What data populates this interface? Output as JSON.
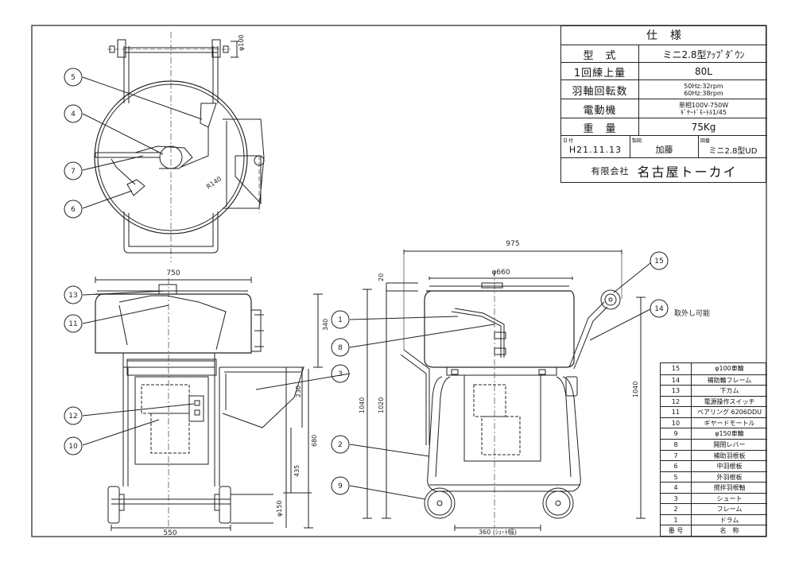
{
  "spec": {
    "title": "仕　様",
    "rows": [
      {
        "label": "型　式",
        "value": "ミニ2.8型ｱｯﾌﾟﾀﾞｳﾝ"
      },
      {
        "label": "1回練上量",
        "value": "80L"
      },
      {
        "label": "羽軸回転数",
        "value": "50Hz:32rpm",
        "value2": "60Hz:38rpm"
      },
      {
        "label": "電動機",
        "value": "単相100V-750W",
        "value2": "ｷﾞﾔｰﾄﾞﾓｰﾄﾙ1/45"
      },
      {
        "label": "重　量",
        "value": "75Kg"
      }
    ],
    "date_caption": "日付",
    "date": "H21.11.13",
    "maker_caption": "製図",
    "maker": "加藤",
    "drawing_caption": "図番",
    "drawing_no": "ミニ2.8型UD",
    "company_prefix": "有限会社",
    "company": "名古屋トーカイ"
  },
  "parts": {
    "header": {
      "no": "番 号",
      "name": "名　称"
    },
    "items": [
      {
        "no": "15",
        "name": "φ100車輪"
      },
      {
        "no": "14",
        "name": "補助輪フレーム"
      },
      {
        "no": "13",
        "name": "下カム"
      },
      {
        "no": "12",
        "name": "電源操作スイッチ"
      },
      {
        "no": "11",
        "name": "ベアリング 6206DDU"
      },
      {
        "no": "10",
        "name": "ギヤードモートル"
      },
      {
        "no": "9",
        "name": "φ150車輪"
      },
      {
        "no": "8",
        "name": "開閉レバー"
      },
      {
        "no": "7",
        "name": "補助羽根板"
      },
      {
        "no": "6",
        "name": "中羽根板"
      },
      {
        "no": "5",
        "name": "外羽根板"
      },
      {
        "no": "4",
        "name": "撹拌羽根軸"
      },
      {
        "no": "3",
        "name": "シュート"
      },
      {
        "no": "2",
        "name": "フレーム"
      },
      {
        "no": "1",
        "name": "ドラム"
      }
    ]
  },
  "dims": {
    "top_wheel": "φ100",
    "radius": "R140",
    "front_width": "750",
    "front_base": "550",
    "h340": "340",
    "h230": "230",
    "h680": "680",
    "h435": "435",
    "wheel150": "φ150",
    "side_total": "975",
    "drum_dia": "φ660",
    "d20": "20",
    "h1040_left": "1040",
    "h1020": "1020",
    "h1040_right": "1040",
    "chute_width": "360 (ｼｭｰﾄ幅)",
    "removable": "取外し可能"
  },
  "balloons": {
    "top": [
      "5",
      "4",
      "7",
      "6"
    ],
    "front": [
      "13",
      "11",
      "12",
      "10"
    ],
    "front_right": "3",
    "side_left": [
      "1",
      "8",
      "2",
      "9"
    ],
    "side_right": [
      "15",
      "14"
    ]
  }
}
